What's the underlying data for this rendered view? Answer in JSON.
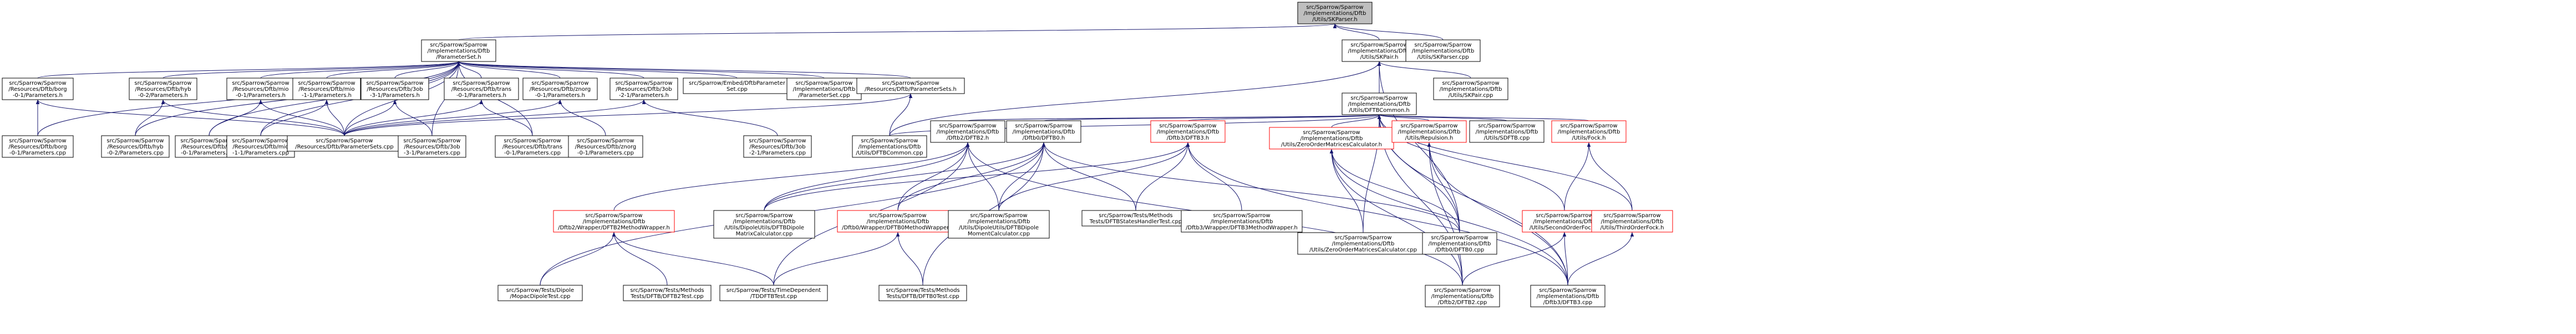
{
  "nodes": [
    {
      "id": "root",
      "lines": [
        "src/Sparrow/Sparrow",
        "/Implementations/Dftb",
        "/Utils/SKParser.h"
      ],
      "root": true
    },
    {
      "id": "param_set_h",
      "lines": [
        "src/Sparrow/Sparrow",
        "/Implementations/Dftb",
        "/ParameterSet.h"
      ]
    },
    {
      "id": "skpair_h",
      "lines": [
        "src/Sparrow/Sparrow",
        "/Implementations/Dftb",
        "/Utils/SKPair.h"
      ]
    },
    {
      "id": "skparser_cpp",
      "lines": [
        "src/Sparrow/Sparrow",
        "/Implementations/Dftb",
        "/Utils/SKParser.cpp"
      ]
    },
    {
      "id": "borg_h",
      "lines": [
        "src/Sparrow/Sparrow",
        "/Resources/Dftb/borg",
        "-0-1/Parameters.h"
      ]
    },
    {
      "id": "hyb_h",
      "lines": [
        "src/Sparrow/Sparrow",
        "/Resources/Dftb/hyb",
        "-0-2/Parameters.h"
      ]
    },
    {
      "id": "mio01_h",
      "lines": [
        "src/Sparrow/Sparrow",
        "/Resources/Dftb/mio",
        "-0-1/Parameters.h"
      ]
    },
    {
      "id": "mio11_h",
      "lines": [
        "src/Sparrow/Sparrow",
        "/Resources/Dftb/mio",
        "-1-1/Parameters.h"
      ]
    },
    {
      "id": "3ob13_h",
      "lines": [
        "src/Sparrow/Sparrow",
        "/Resources/Dftb/3ob",
        "-3-1/Parameters.h"
      ]
    },
    {
      "id": "trans01_h",
      "lines": [
        "src/Sparrow/Sparrow",
        "/Resources/Dftb/trans",
        "-0-1/Parameters.h"
      ]
    },
    {
      "id": "znorg01_h",
      "lines": [
        "src/Sparrow/Sparrow",
        "/Resources/Dftb/znorg",
        "-0-1/Parameters.h"
      ]
    },
    {
      "id": "3ob21_h",
      "lines": [
        "src/Sparrow/Sparrow",
        "/Resources/Dftb/3ob",
        "-2-1/Parameters.h"
      ]
    },
    {
      "id": "embed_cpp",
      "lines": [
        "src/Sparrow/Embed/DftbParameter",
        "Set.cpp"
      ]
    },
    {
      "id": "param_set_cpp",
      "lines": [
        "src/Sparrow/Sparrow",
        "/Implementations/Dftb",
        "/ParameterSet.cpp"
      ]
    },
    {
      "id": "param_sets_h",
      "lines": [
        "src/Sparrow/Sparrow",
        "/Resources/Dftb/ParameterSets.h"
      ]
    },
    {
      "id": "dftbcommon_h",
      "lines": [
        "src/Sparrow/Sparrow",
        "/Implementations/Dftb",
        "/Utils/DFTBCommon.h"
      ]
    },
    {
      "id": "skpair_cpp",
      "lines": [
        "src/Sparrow/Sparrow",
        "/Implementations/Dftb",
        "/Utils/SKPair.cpp"
      ]
    },
    {
      "id": "borg_cpp",
      "lines": [
        "src/Sparrow/Sparrow",
        "/Resources/Dftb/borg",
        "-0-1/Parameters.cpp"
      ]
    },
    {
      "id": "hyb_cpp",
      "lines": [
        "src/Sparrow/Sparrow",
        "/Resources/Dftb/hyb",
        "-0-2/Parameters.cpp"
      ]
    },
    {
      "id": "mio01_cpp",
      "lines": [
        "src/Sparrow/Sparrow",
        "/Resources/Dftb/mio",
        "-0-1/Parameters.cpp"
      ]
    },
    {
      "id": "mio11_cpp",
      "lines": [
        "src/Sparrow/Sparrow",
        "/Resources/Dftb/mio",
        "-1-1/Parameters.cpp"
      ]
    },
    {
      "id": "param_sets_cpp",
      "lines": [
        "src/Sparrow/Sparrow",
        "/Resources/Dftb/ParameterSets.cpp"
      ]
    },
    {
      "id": "3ob13_cpp",
      "lines": [
        "src/Sparrow/Sparrow",
        "/Resources/Dftb/3ob",
        "-3-1/Parameters.cpp"
      ]
    },
    {
      "id": "trans01_cpp",
      "lines": [
        "src/Sparrow/Sparrow",
        "/Resources/Dftb/trans",
        "-0-1/Parameters.cpp"
      ]
    },
    {
      "id": "znorg01_cpp",
      "lines": [
        "src/Sparrow/Sparrow",
        "/Resources/Dftb/znorg",
        "-0-1/Parameters.cpp"
      ]
    },
    {
      "id": "3ob21_cpp",
      "lines": [
        "src/Sparrow/Sparrow",
        "/Resources/Dftb/3ob",
        "-2-1/Parameters.cpp"
      ]
    },
    {
      "id": "dftbcommon_cpp",
      "lines": [
        "src/Sparrow/Sparrow",
        "/Implementations/Dftb",
        "/Utils/DFTBCommon.cpp"
      ]
    },
    {
      "id": "dftb2_h",
      "lines": [
        "src/Sparrow/Sparrow",
        "/Implementations/Dftb",
        "/Dftb2/DFTB2.h"
      ]
    },
    {
      "id": "dftb0_h",
      "lines": [
        "src/Sparrow/Sparrow",
        "/Implementations/Dftb",
        "/Dftb0/DFTB0.h"
      ]
    },
    {
      "id": "dftb3_h",
      "lines": [
        "src/Sparrow/Sparrow",
        "/Implementations/Dftb",
        "/Dftb3/DFTB3.h"
      ],
      "red": true
    },
    {
      "id": "zeroorder_h",
      "lines": [
        "src/Sparrow/Sparrow",
        "/Implementations/Dftb",
        "/Utils/ZeroOrderMatricesCalculator.h"
      ],
      "red": true
    },
    {
      "id": "repulsion_h",
      "lines": [
        "src/Sparrow/Sparrow",
        "/Implementations/Dftb",
        "/Utils/Repulsion.h"
      ],
      "red": true
    },
    {
      "id": "sdftb_cpp",
      "lines": [
        "src/Sparrow/Sparrow",
        "/Implementations/Dftb",
        "/Utils/SDFTB.cpp"
      ]
    },
    {
      "id": "fock_h",
      "lines": [
        "src/Sparrow/Sparrow",
        "/Implementations/Dftb",
        "/Utils/Fock.h"
      ],
      "red": true
    },
    {
      "id": "dftb2mw_h",
      "lines": [
        "src/Sparrow/Sparrow",
        "/Implementations/Dftb",
        "/Dftb2/Wrapper/DFTB2MethodWrapper.h"
      ],
      "red": true
    },
    {
      "id": "dipole_cpp",
      "lines": [
        "src/Sparrow/Sparrow",
        "/Implementations/Dftb",
        "/Utils/DipoleUtils/DFTBDipole",
        "MatrixCalculator.cpp"
      ]
    },
    {
      "id": "dftb0mw_h",
      "lines": [
        "src/Sparrow/Sparrow",
        "/Implementations/Dftb",
        "/Dftb0/Wrapper/DFTB0MethodWrapper.h"
      ],
      "red": true
    },
    {
      "id": "dipolemom_cpp",
      "lines": [
        "src/Sparrow/Sparrow",
        "/Implementations/Dftb",
        "/Utils/DipoleUtils/DFTBDipole",
        "MomentCalculator.cpp"
      ]
    },
    {
      "id": "states_cpp",
      "lines": [
        "src/Sparrow/Tests/Methods",
        "Tests/DFTBStatesHandlerTest.cpp"
      ]
    },
    {
      "id": "dftb3mw_h",
      "lines": [
        "src/Sparrow/Sparrow",
        "/Implementations/Dftb",
        "/Dftb3/Wrapper/DFTB3MethodWrapper.h"
      ]
    },
    {
      "id": "zeroorder_cpp",
      "lines": [
        "src/Sparrow/Sparrow",
        "/Implementations/Dftb",
        "/Utils/ZeroOrderMatricesCalculator.cpp"
      ]
    },
    {
      "id": "dftb0_cpp",
      "lines": [
        "src/Sparrow/Sparrow",
        "/Implementations/Dftb",
        "/Dftb0/DFTB0.cpp"
      ]
    },
    {
      "id": "second_h",
      "lines": [
        "src/Sparrow/Sparrow",
        "/Implementations/Dftb",
        "/Utils/SecondOrderFock.h"
      ],
      "red": true
    },
    {
      "id": "third_h",
      "lines": [
        "src/Sparrow/Sparrow",
        "/Implementations/Dftb",
        "/Utils/ThirdOrderFock.h"
      ],
      "red": true
    },
    {
      "id": "mopac_cpp",
      "lines": [
        "src/Sparrow/Tests/Dipole",
        "/MopacDipoleTest.cpp"
      ]
    },
    {
      "id": "dftb2test_cpp",
      "lines": [
        "src/Sparrow/Tests/Methods",
        "Tests/DFTB/DFTB2Test.cpp"
      ]
    },
    {
      "id": "tdtest_cpp",
      "lines": [
        "src/Sparrow/Tests/TimeDependent",
        "/TDDFTBTest.cpp"
      ]
    },
    {
      "id": "dftb0test_cpp",
      "lines": [
        "src/Sparrow/Tests/Methods",
        "Tests/DFTB/DFTB0Test.cpp"
      ]
    },
    {
      "id": "dftb2_cpp",
      "lines": [
        "src/Sparrow/Sparrow",
        "/Implementations/Dftb",
        "/Dftb2/DFTB2.cpp"
      ]
    },
    {
      "id": "dftb3_cpp",
      "lines": [
        "src/Sparrow/Sparrow",
        "/Implementations/Dftb",
        "/Dftb3/DFTB3.cpp"
      ]
    }
  ],
  "edges": [
    [
      "param_set_h",
      "root"
    ],
    [
      "skpair_h",
      "root"
    ],
    [
      "skparser_cpp",
      "root"
    ],
    [
      "borg_h",
      "param_set_h"
    ],
    [
      "hyb_h",
      "param_set_h"
    ],
    [
      "mio01_h",
      "param_set_h"
    ],
    [
      "mio11_h",
      "param_set_h"
    ],
    [
      "3ob13_h",
      "param_set_h"
    ],
    [
      "trans01_h",
      "param_set_h"
    ],
    [
      "znorg01_h",
      "param_set_h"
    ],
    [
      "3ob21_h",
      "param_set_h"
    ],
    [
      "embed_cpp",
      "param_set_h"
    ],
    [
      "param_set_cpp",
      "param_set_h"
    ],
    [
      "param_sets_h",
      "param_set_h"
    ],
    [
      "dftbcommon_h",
      "skpair_h"
    ],
    [
      "skpair_cpp",
      "skpair_h"
    ],
    [
      "dftbcommon_cpp",
      "skpair_h"
    ],
    [
      "dftb0_cpp",
      "skpair_h"
    ],
    [
      "borg_cpp",
      "borg_h"
    ],
    [
      "param_sets_cpp",
      "borg_h"
    ],
    [
      "hyb_cpp",
      "hyb_h"
    ],
    [
      "param_sets_cpp",
      "hyb_h"
    ],
    [
      "mio01_cpp",
      "mio01_h"
    ],
    [
      "param_sets_cpp",
      "mio01_h"
    ],
    [
      "mio11_cpp",
      "mio11_h"
    ],
    [
      "param_sets_cpp",
      "mio11_h"
    ],
    [
      "3ob13_cpp",
      "3ob13_h"
    ],
    [
      "param_sets_cpp",
      "3ob13_h"
    ],
    [
      "trans01_cpp",
      "trans01_h"
    ],
    [
      "param_sets_cpp",
      "trans01_h"
    ],
    [
      "znorg01_cpp",
      "znorg01_h"
    ],
    [
      "param_sets_cpp",
      "znorg01_h"
    ],
    [
      "3ob21_cpp",
      "3ob21_h"
    ],
    [
      "param_sets_cpp",
      "3ob21_h"
    ],
    [
      "param_sets_cpp",
      "param_sets_h"
    ],
    [
      "dftbcommon_cpp",
      "param_sets_h"
    ],
    [
      "borg_cpp",
      "param_set_h"
    ],
    [
      "hyb_cpp",
      "param_set_h"
    ],
    [
      "mio01_cpp",
      "param_set_h"
    ],
    [
      "mio11_cpp",
      "param_set_h"
    ],
    [
      "3ob13_cpp",
      "param_set_h"
    ],
    [
      "trans01_cpp",
      "param_set_h"
    ],
    [
      "param_sets_cpp",
      "param_set_h"
    ],
    [
      "dftb2_h",
      "dftbcommon_h"
    ],
    [
      "dftb0_h",
      "dftbcommon_h"
    ],
    [
      "dftb3_h",
      "dftbcommon_h"
    ],
    [
      "zeroorder_h",
      "dftbcommon_h"
    ],
    [
      "repulsion_h",
      "dftbcommon_h"
    ],
    [
      "sdftb_cpp",
      "dftbcommon_h"
    ],
    [
      "fock_h",
      "dftbcommon_h"
    ],
    [
      "dftbcommon_cpp",
      "dftbcommon_h"
    ],
    [
      "dftb0_cpp",
      "dftbcommon_h"
    ],
    [
      "second_h",
      "dftbcommon_h"
    ],
    [
      "third_h",
      "dftbcommon_h"
    ],
    [
      "dftb2_cpp",
      "dftbcommon_h"
    ],
    [
      "dftb3_cpp",
      "dftbcommon_h"
    ],
    [
      "zeroorder_cpp",
      "dftbcommon_h"
    ],
    [
      "dftb2mw_h",
      "dftb2_h"
    ],
    [
      "dipole_cpp",
      "dftb2_h"
    ],
    [
      "dftb0mw_h",
      "dftb2_h"
    ],
    [
      "dipolemom_cpp",
      "dftb2_h"
    ],
    [
      "dftb2_cpp",
      "dftb2_h"
    ],
    [
      "tdtest_cpp",
      "dftb2_h"
    ],
    [
      "dipole_cpp",
      "dftb0_h"
    ],
    [
      "dftb0mw_h",
      "dftb0_h"
    ],
    [
      "dipolemom_cpp",
      "dftb0_h"
    ],
    [
      "states_cpp",
      "dftb0_h"
    ],
    [
      "dftb0_cpp",
      "dftb0_h"
    ],
    [
      "mopac_cpp",
      "dftb0_h"
    ],
    [
      "dftb0test_cpp",
      "dftb0_h"
    ],
    [
      "dipole_cpp",
      "dftb3_h"
    ],
    [
      "dipolemom_cpp",
      "dftb3_h"
    ],
    [
      "states_cpp",
      "dftb3_h"
    ],
    [
      "dftb3mw_h",
      "dftb3_h"
    ],
    [
      "dftb3_cpp",
      "dftb3_h"
    ],
    [
      "zeroorder_cpp",
      "zeroorder_h"
    ],
    [
      "dftb0_cpp",
      "zeroorder_h"
    ],
    [
      "dftb2_cpp",
      "zeroorder_h"
    ],
    [
      "dftb3_cpp",
      "zeroorder_h"
    ],
    [
      "dftb0_cpp",
      "repulsion_h"
    ],
    [
      "dftb2_cpp",
      "repulsion_h"
    ],
    [
      "dftb3_cpp",
      "repulsion_h"
    ],
    [
      "second_h",
      "fock_h"
    ],
    [
      "third_h",
      "fock_h"
    ],
    [
      "dftb2_cpp",
      "second_h"
    ],
    [
      "dftb3_cpp",
      "second_h"
    ],
    [
      "dftb3_cpp",
      "third_h"
    ],
    [
      "mopac_cpp",
      "dftb2mw_h"
    ],
    [
      "dftb2test_cpp",
      "dftb2mw_h"
    ],
    [
      "tdtest_cpp",
      "dftb2mw_h"
    ],
    [
      "tdtest_cpp",
      "dftb0mw_h"
    ],
    [
      "dftb0test_cpp",
      "dftb0mw_h"
    ]
  ]
}
